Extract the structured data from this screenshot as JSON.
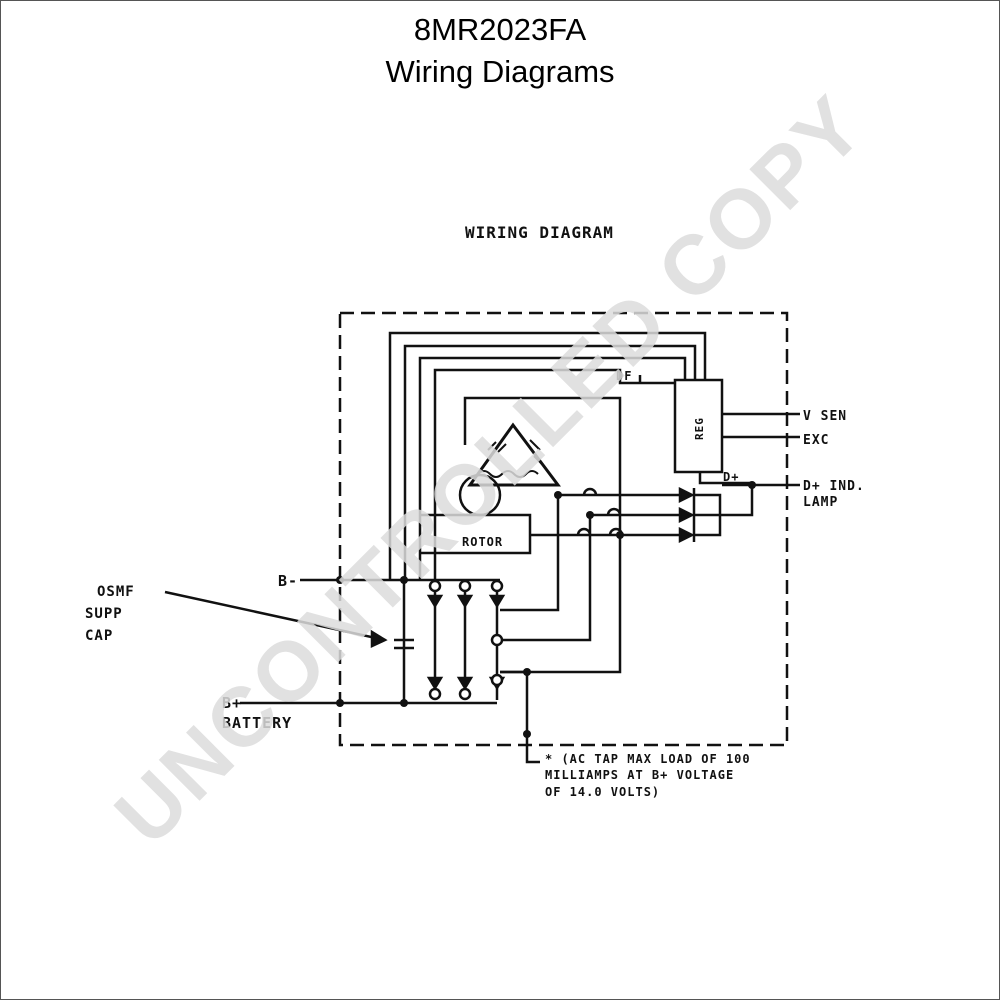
{
  "header": {
    "part_number": "8MR2023FA",
    "subtitle": "Wiring Diagrams"
  },
  "diagram": {
    "heading": "WIRING DIAGRAM",
    "labels": {
      "df": "DF",
      "reg": "REG",
      "v_sen": "V SEN",
      "exc": "EXC",
      "d_plus": "D+",
      "ind_lamp_1": "D+ IND.",
      "ind_lamp_2": "LAMP",
      "b_minus": "B-",
      "cap_1": "OSMF",
      "cap_2": "SUPP",
      "cap_3": "CAP",
      "b_plus_1": "B+",
      "b_plus_2": "BATTERY",
      "rotor": "ROTOR",
      "note_1": "* (AC TAP MAX LOAD OF 100",
      "note_2": "MILLIAMPS AT B+ VOLTAGE",
      "note_3": "OF 14.0 VOLTS)"
    }
  },
  "watermark": "UNCONTROLLED COPY"
}
